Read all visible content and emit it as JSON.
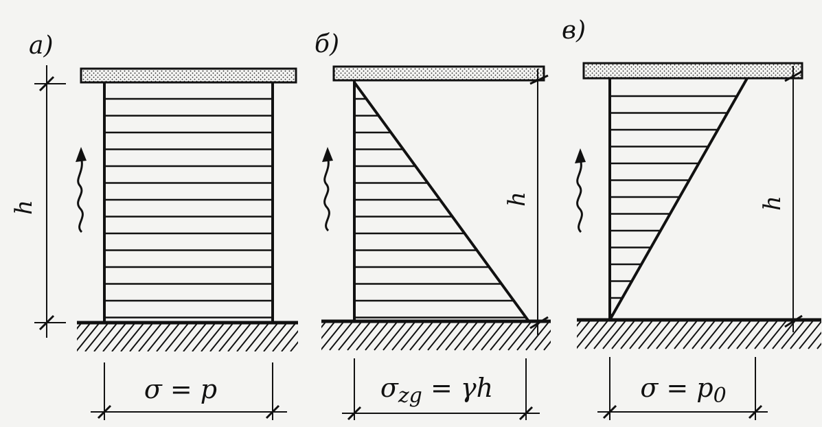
{
  "panels": [
    {
      "id": "a",
      "letter": "а)",
      "height_label": "h",
      "formula_main": "σ = p",
      "formula_sub": "",
      "distribution": "uniform"
    },
    {
      "id": "b",
      "letter": "б)",
      "height_label": "h",
      "formula_main": "σ",
      "formula_sub": "zg",
      "formula_tail": " = γh",
      "distribution": "increasing-with-depth"
    },
    {
      "id": "c",
      "letter": "в)",
      "height_label": "h",
      "formula_main": "σ = p",
      "formula_sub": "0",
      "distribution": "decreasing-with-depth"
    }
  ],
  "colors": {
    "ink": "#111111",
    "paper": "#f4f4f2"
  }
}
